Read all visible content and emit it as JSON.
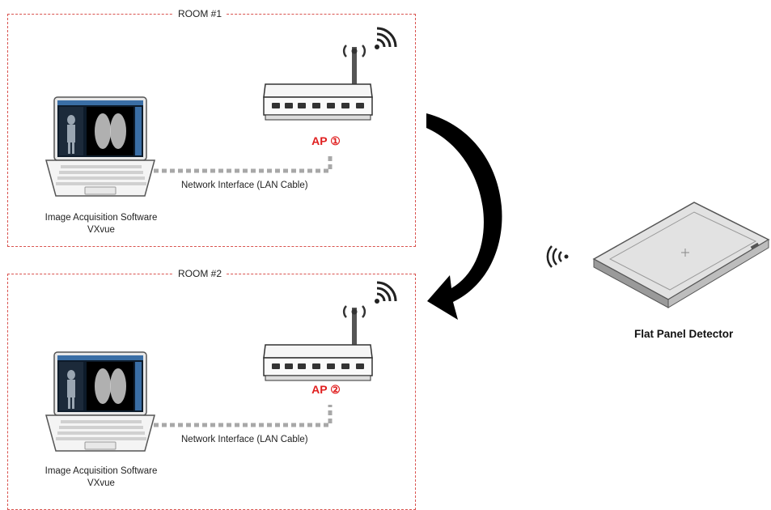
{
  "rooms": [
    {
      "label": "ROOM #1",
      "ap_label": "AP ①",
      "network_label": "Network Interface (LAN Cable)",
      "software_line1": "Image Acquisition Software",
      "software_line2": "VXvue"
    },
    {
      "label": "ROOM #2",
      "ap_label": "AP ②",
      "network_label": "Network Interface (LAN Cable)",
      "software_line1": "Image Acquisition Software",
      "software_line2": "VXvue"
    }
  ],
  "detector": {
    "label": "Flat Panel Detector"
  },
  "icons": [
    "laptop-icon",
    "router-icon",
    "wifi-signal-icon",
    "flat-panel-detector-icon",
    "wireless-signal-icon",
    "curved-arrow-icon"
  ],
  "colors": {
    "room_border": "#d9534f",
    "ap_label": "#e02020",
    "cable": "#a8a8a8",
    "arrow": "#000000"
  }
}
